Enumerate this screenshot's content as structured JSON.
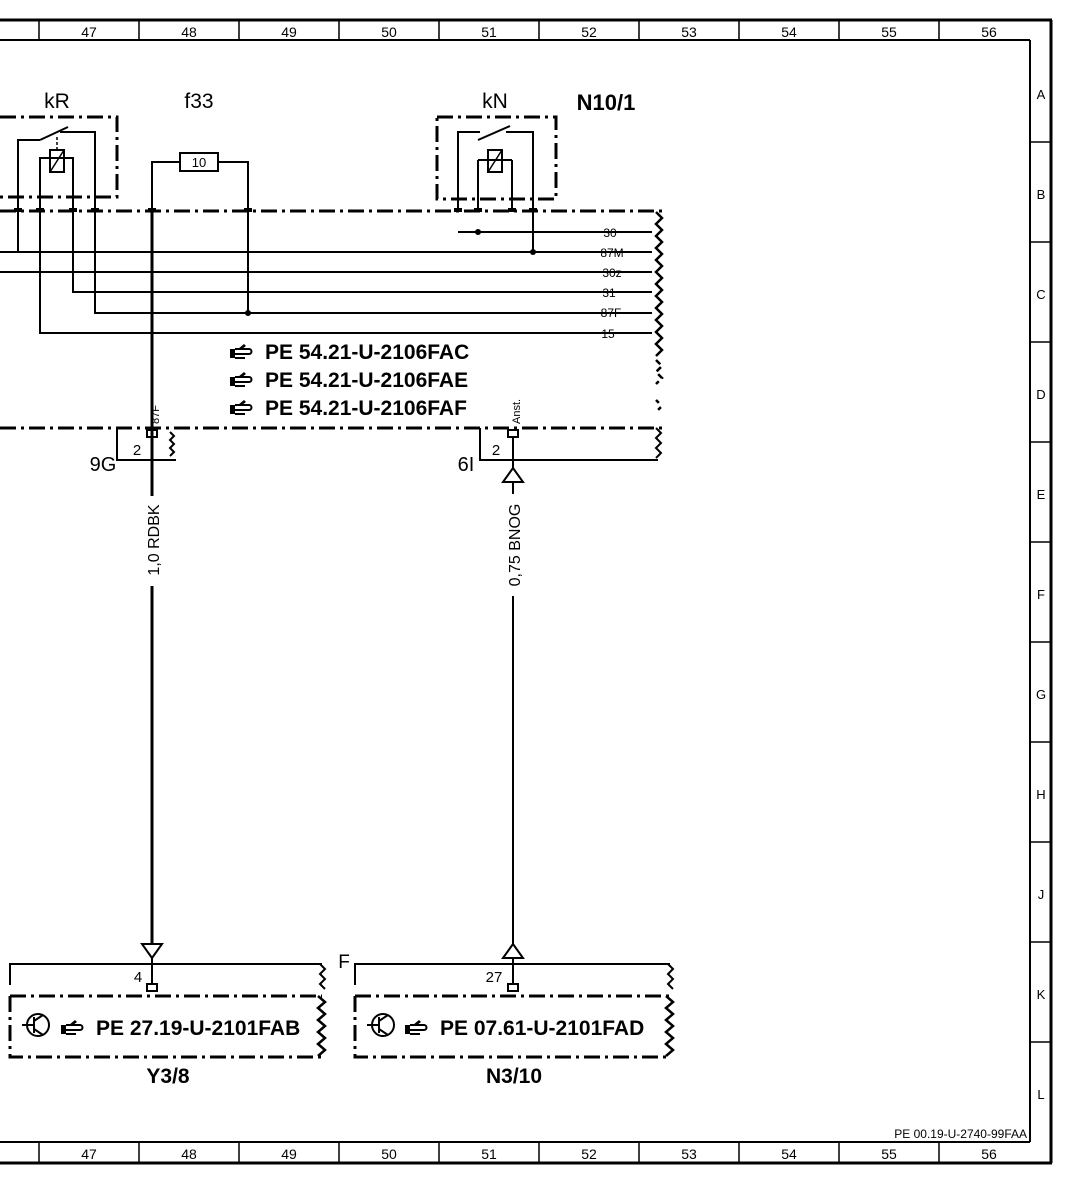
{
  "frame": {
    "columns": [
      "47",
      "48",
      "49",
      "50",
      "51",
      "52",
      "53",
      "54",
      "55",
      "56"
    ],
    "rows": [
      "A",
      "B",
      "C",
      "D",
      "E",
      "F",
      "G",
      "H",
      "J",
      "K",
      "L"
    ],
    "document_code": "PE 00.19-U-2740-99FAA"
  },
  "relay_kr": {
    "label": "kR"
  },
  "fuse_f33": {
    "label": "f33",
    "rating": "10"
  },
  "relay_kn": {
    "label": "kN"
  },
  "module_n10_1": {
    "label": "N10/1",
    "terminals": [
      "30",
      "87M",
      "30z",
      "31",
      "87F",
      "15"
    ],
    "refs": [
      "PE 54.21-U-2106FAC",
      "PE 54.21-U-2106FAE",
      "PE 54.21-U-2106FAF"
    ],
    "pin_87f_label": "87F",
    "pin_anst_label": "Anst."
  },
  "connector_9g": {
    "label": "9G",
    "pin": "2"
  },
  "connector_6i": {
    "label": "6I",
    "pin": "2"
  },
  "wire_left": {
    "label": "1,0 RDBK"
  },
  "wire_right": {
    "label": "0,75 BNOG"
  },
  "component_y3_8": {
    "label": "Y3/8",
    "pin": "4",
    "ref": "PE 27.19-U-2101FAB"
  },
  "component_n3_10": {
    "label": "N3/10",
    "pin": "27",
    "ref": "PE 07.61-U-2101FAD"
  },
  "marker_f": {
    "label": "F"
  },
  "icons": {
    "reference": "pointing-hand-icon",
    "electronic": "transistor-icon"
  }
}
